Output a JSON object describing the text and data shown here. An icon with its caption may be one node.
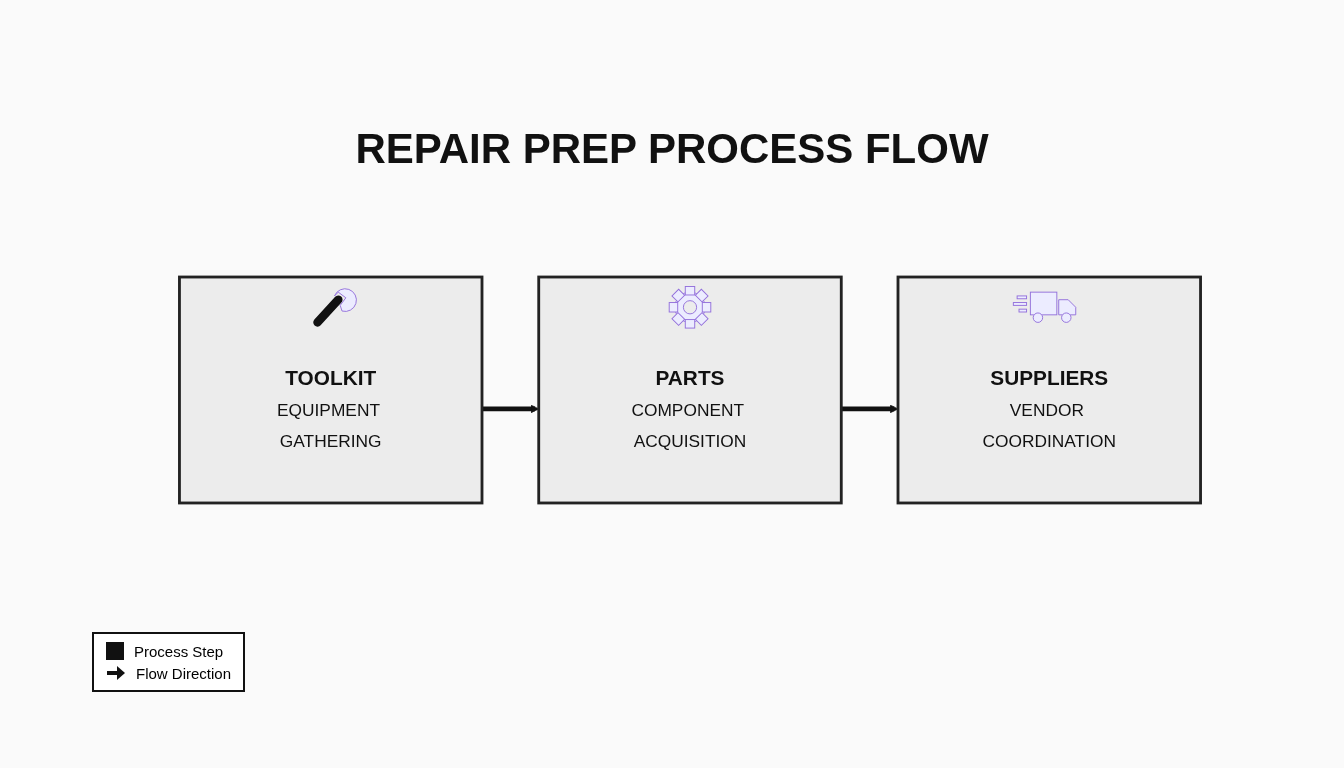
{
  "diagram": {
    "title": "REPAIR PREP PROCESS FLOW",
    "nodes": [
      {
        "text": [
          "TOOLKIT",
          "EQUIPMENT GATHERING"
        ]
      },
      {
        "text": [
          "PARTS",
          "COMPONENT ACQUISITION"
        ]
      },
      {
        "text": [
          "SUPPLIERS",
          "VENDOR COORDINATION"
        ]
      }
    ],
    "edges": [
      {
        "from": 0,
        "to": 1,
        "arrow": "to"
      },
      {
        "from": 1,
        "to": 2,
        "arrow": "to"
      }
    ],
    "legend": [
      {
        "text": "Process Step",
        "color": "#111111"
      },
      {
        "text": "Flow Direction"
      }
    ]
  }
}
